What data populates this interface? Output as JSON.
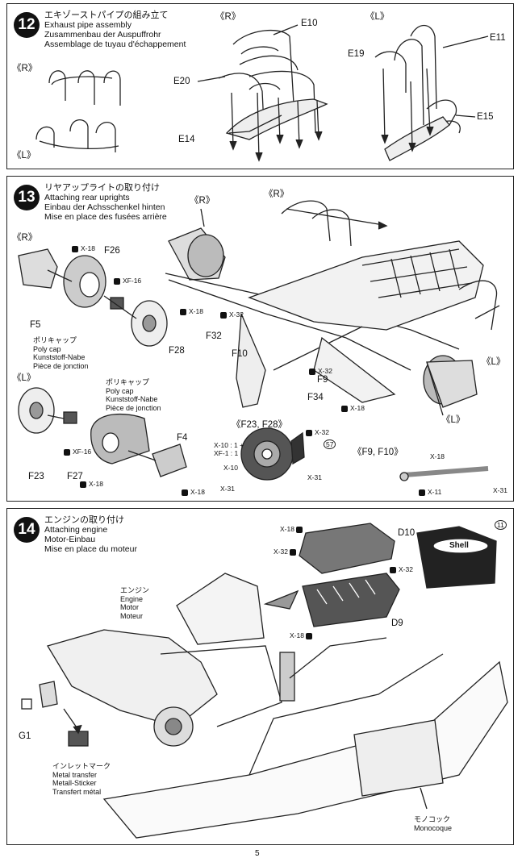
{
  "step12": {
    "number": "12",
    "title_jp": "エキゾーストパイプの組み立て",
    "title_en": "Exhaust pipe assembly",
    "title_de": "Zusammenbau der Auspuffrohr",
    "title_fr": "Assemblage de tuyau d'échappement",
    "side_r": "《R》",
    "side_l": "《L》",
    "parts": {
      "e10": "E10",
      "e11": "E11",
      "e14": "E14",
      "e15": "E15",
      "e19": "E19",
      "e20": "E20"
    }
  },
  "step13": {
    "number": "13",
    "title_jp": "リヤアップライトの取り付け",
    "title_en": "Attaching rear uprights",
    "title_de": "Einbau der Achsschenkel hinten",
    "title_fr": "Mise en place des fusées arrière",
    "side_r": "《R》",
    "side_l": "《L》",
    "parts": {
      "f4": "F4",
      "f5": "F5",
      "f9": "F9",
      "f10": "F10",
      "f23": "F23",
      "f26": "F26",
      "f27": "F27",
      "f28": "F28",
      "f32": "F32",
      "f34": "F34"
    },
    "screws": {
      "x18": "X-18",
      "x32": "X-32",
      "x10": "X-10",
      "x11": "X-11",
      "x31": "X-31",
      "xf16": "XF-16"
    },
    "polycap": {
      "jp": "ポリキャップ",
      "en": "Poly cap",
      "de": "Kunststoff-Nabe",
      "fr": "Pièce de jonction"
    },
    "detail_f23_f28": "《F23, F28》",
    "detail_f9_f10": "《F9, F10》",
    "mix": {
      "line1": "X-10 : 1 +",
      "line2": "XF-1 : 1"
    },
    "ref57": "57"
  },
  "step14": {
    "number": "14",
    "title_jp": "エンジンの取り付け",
    "title_en": "Attaching engine",
    "title_de": "Motor-Einbau",
    "title_fr": "Mise en place du moteur",
    "parts": {
      "d9": "D9",
      "d10": "D10",
      "g1": "G1"
    },
    "engine": {
      "jp": "エンジン",
      "en": "Engine",
      "de": "Motor",
      "fr": "Moteur"
    },
    "inlet": {
      "jp": "インレットマーク",
      "en": "Metal transfer",
      "de": "Metall-Sticker",
      "fr": "Transfert métal"
    },
    "mono": {
      "jp": "モノコック",
      "fr": "Monocoque"
    },
    "shell": "Shell",
    "ref11": "11"
  },
  "page": "5"
}
